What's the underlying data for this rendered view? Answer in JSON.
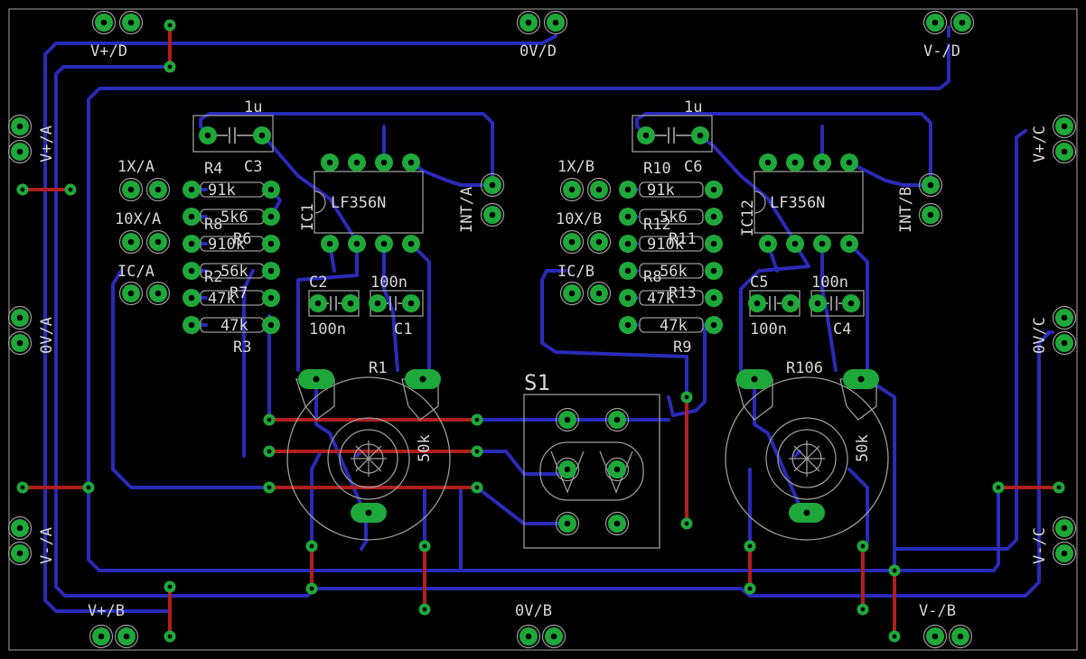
{
  "colors": {
    "background": "#000000",
    "outline": "#8c8c8c",
    "trace_bottom": "#2a2ab8",
    "trace_top": "#b01e1e",
    "pad": "#1fa83a",
    "pad_ring": "#9a9a9a",
    "label": "#d7d7d7"
  },
  "labels": {
    "v_plus_d": "V+/D",
    "zero_v_d": "0V/D",
    "v_minus_d": "V-/D",
    "v_plus_a": "V+/A",
    "zero_v_a": "0V/A",
    "v_minus_a": "V-/A",
    "v_plus_b": "V+/B",
    "zero_v_b": "0V/B",
    "v_minus_b": "V-/B",
    "v_plus_c": "V+/C",
    "zero_v_c": "0V/C",
    "v_minus_c": "V-/C",
    "one_x_a": "1X/A",
    "ten_x_a": "10X/A",
    "ic_a": "IC/A",
    "one_x_b": "1X/B",
    "ten_x_b": "10X/B",
    "ic_b": "IC/B",
    "int_a": "INT/A",
    "int_b": "INT/B",
    "cap_1u_a": "1u",
    "cap_1u_b": "1u",
    "ic1": "IC1",
    "ic12": "IC12",
    "chip_a": "LF356N",
    "chip_b": "LF356N",
    "r4": "R4",
    "c3": "C3",
    "r10": "R10",
    "c6": "C6",
    "r3": "R3",
    "r9": "R9",
    "r1": "R1",
    "r106": "R106",
    "s1": "S1",
    "c2": "C2",
    "c1": "C1",
    "c5": "C5",
    "c4": "C4",
    "cap_100n_c2": "100n",
    "cap_100n_c1": "100n",
    "cap_100n_c5": "100n",
    "cap_100n_c4": "100n",
    "pot_50k_a": "50k",
    "pot_50k_b": "50k",
    "res_a1": "91k",
    "res_a2": "5k6",
    "res_a3": "910k",
    "res_a4": "56k",
    "res_a5": "47k",
    "res_a6": "47k",
    "res_b1": "91k",
    "res_b2": "5k6",
    "res_b3": "910k",
    "res_b4": "56k",
    "res_b5": "47k",
    "res_b6": "47k",
    "overlap_r8": "R8",
    "overlap_r6": "R6",
    "overlap_r2": "R2",
    "overlap_r7": "R7",
    "overlap_r12": "R12",
    "overlap_r11": "R11",
    "overlap_r8b": "R8",
    "overlap_r13": "R13"
  }
}
